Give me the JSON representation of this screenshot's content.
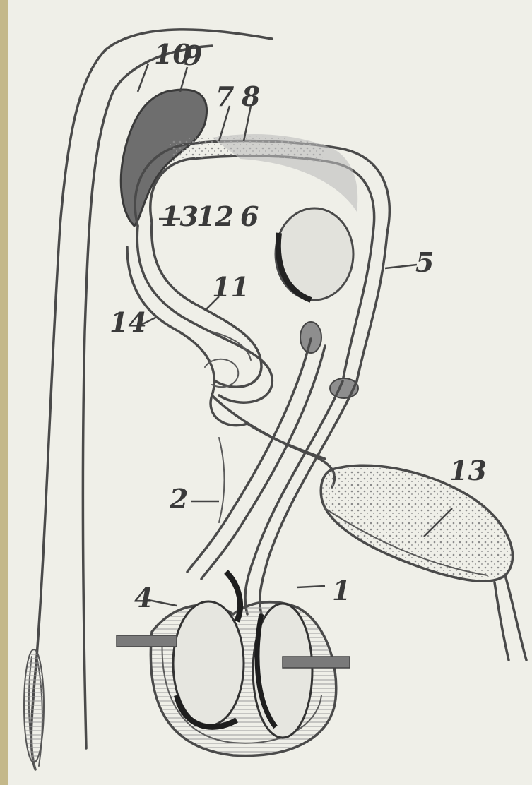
{
  "labels": {
    "l1": "1",
    "l2": "2",
    "l4": "4",
    "l5": "5",
    "l6": "6",
    "l7": "7",
    "l8": "8",
    "l9": "9",
    "l10": "10",
    "l11": "11",
    "l12": "12",
    "l13a": "13",
    "l13b": "13",
    "l14": "14"
  },
  "colors": {
    "paper": "#efefe8",
    "ink": "#4a4a4a",
    "shading": "#6e6e6e",
    "edge_strip": "#c4b88a"
  }
}
